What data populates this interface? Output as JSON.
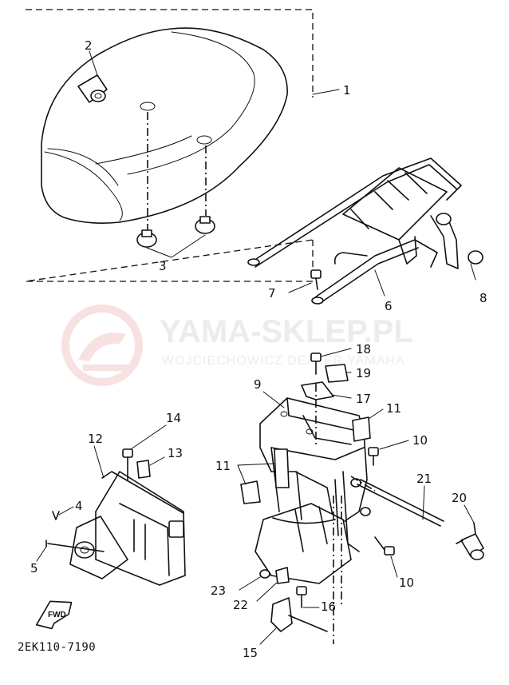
{
  "diagram_code": "2EK110-7190",
  "watermark": {
    "brand": "YAMA-SKLEP.PL",
    "sub": "WOJCIECHOWICZ DEALER YAMAHA"
  },
  "fwd_label": "FWD",
  "callouts": {
    "c1": "1",
    "c2": "2",
    "c3": "3",
    "c4": "4",
    "c5": "5",
    "c6": "6",
    "c7": "7",
    "c8": "8",
    "c9": "9",
    "c10a": "10",
    "c10b": "10",
    "c11a": "11",
    "c11b": "11",
    "c12": "12",
    "c13": "13",
    "c14": "14",
    "c15": "15",
    "c16": "16",
    "c17": "17",
    "c18": "18",
    "c19": "19",
    "c20": "20",
    "c21": "21",
    "c22": "22",
    "c23": "23"
  },
  "colors": {
    "ink": "#111111",
    "watermark": "#ececec",
    "watermark_logo": "#f2dada"
  }
}
